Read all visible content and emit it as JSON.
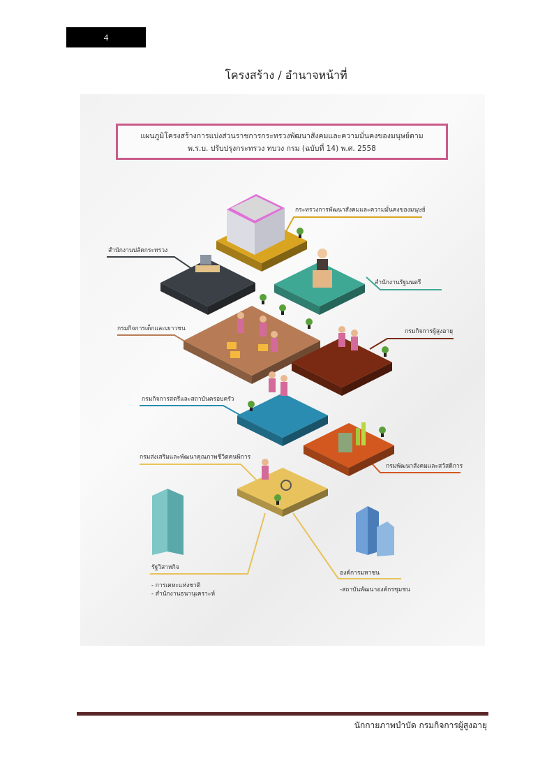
{
  "page_number": "4",
  "title": "โครงสร้าง / อำนาจหน้าที่",
  "infographic": {
    "heading_line1": "แผนภูมิโครงสร้างการแบ่งส่วนราชการกระทรวงพัฒนาสังคมและความมั่นคงของมนุษย์ตาม",
    "heading_line2": "พ.ร.บ. ปรับปรุงกระทรวง ทบวง กรม (ฉบับที่ 14) พ.ศ. 2558",
    "labels": {
      "ministry": "กระทรวงการพัฒนาสังคมและความมั่นคงของมนุษย์",
      "permanent_secretary": "สำนักงานปลัดกระทรวง",
      "minister_office": "สำนักงานรัฐมนตรี",
      "children_youth": "กรมกิจการเด็กและเยาวชน",
      "older_persons": "กรมกิจการผู้สูงอายุ",
      "women_family": "กรมกิจการสตรีและสถาบันครอบครัว",
      "disabilities": "กรมส่งเสริมและพัฒนาคุณภาพชีวิตคนพิการ",
      "social_welfare": "กรมพัฒนาสังคมและสวัสดิการ",
      "state_enterprise": "รัฐวิสาหกิจ",
      "state_enterprise_items": [
        "- การเคหะแห่งชาติ",
        "- สำนักงานธนานุเคราะห์"
      ],
      "public_org": "องค์การมหาชน",
      "public_org_items": [
        "-สถาบันพัฒนาองค์กรชุมชน"
      ]
    },
    "colors": {
      "frame": "#c95b8a",
      "gold": "#d9a521",
      "slate": "#3a4045",
      "teal": "#3fa894",
      "brown": "#b77c55",
      "darkbrown": "#7a2a12",
      "blue": "#2a8cb0",
      "orange": "#d2581f",
      "yellow": "#e8c25c"
    }
  },
  "footer": "นักกายภาพบำบัด  กรมกิจการผู้สูงอายุ"
}
